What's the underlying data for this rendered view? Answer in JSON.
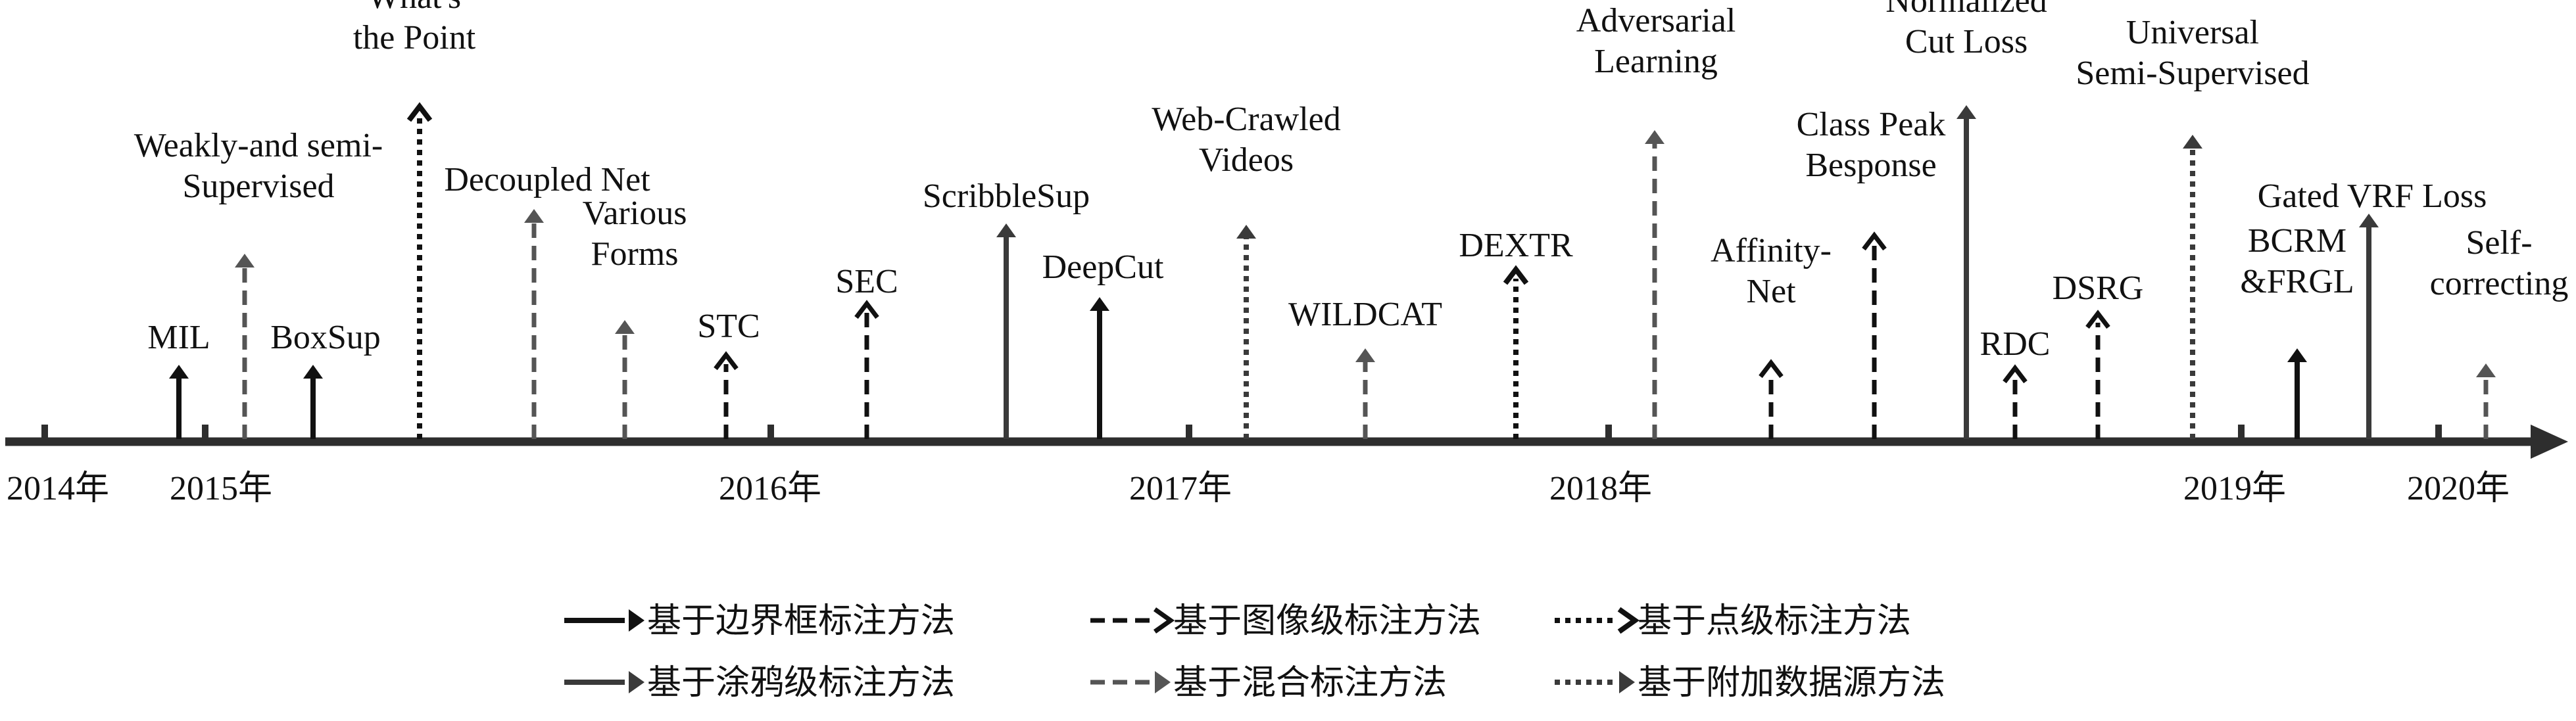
{
  "colors": {
    "axis": "#2e2e2e",
    "dark": "#111111",
    "mid": "#3a3a3a",
    "light": "#555555"
  },
  "years": [
    {
      "label": "2014年"
    },
    {
      "label": "2015年"
    },
    {
      "label": "2016年"
    },
    {
      "label": "2017年"
    },
    {
      "label": "2018年"
    },
    {
      "label": "2019年"
    },
    {
      "label": "2020年"
    }
  ],
  "methods": [
    {
      "lines": [
        "MIL"
      ],
      "style": "bbox"
    },
    {
      "lines": [
        "Weakly-and semi-",
        "Supervised"
      ],
      "style": "mixed"
    },
    {
      "lines": [
        "BoxSup"
      ],
      "style": "bbox"
    },
    {
      "lines": [
        "What's",
        "the Point"
      ],
      "style": "point"
    },
    {
      "lines": [
        "Decoupled Net"
      ],
      "style": "mixed"
    },
    {
      "lines": [
        "Various",
        "Forms"
      ],
      "style": "mixed"
    },
    {
      "lines": [
        "STC"
      ],
      "style": "image"
    },
    {
      "lines": [
        "SEC"
      ],
      "style": "image"
    },
    {
      "lines": [
        "ScribbleSup"
      ],
      "style": "scribble"
    },
    {
      "lines": [
        "DeepCut"
      ],
      "style": "bbox"
    },
    {
      "lines": [
        "Web-Crawled",
        "Videos"
      ],
      "style": "extra"
    },
    {
      "lines": [
        "WILDCAT"
      ],
      "style": "mixed"
    },
    {
      "lines": [
        "DEXTR"
      ],
      "style": "point"
    },
    {
      "lines": [
        "Adversarial",
        "Learning"
      ],
      "style": "mixed"
    },
    {
      "lines": [
        "Affinity-",
        "Net"
      ],
      "style": "image"
    },
    {
      "lines": [
        "Class Peak",
        "Besponse"
      ],
      "style": "image"
    },
    {
      "lines": [
        "Normalized",
        "Cut Loss"
      ],
      "style": "scribble"
    },
    {
      "lines": [
        "RDC"
      ],
      "style": "image"
    },
    {
      "lines": [
        "DSRG"
      ],
      "style": "image"
    },
    {
      "lines": [
        "Universal",
        "Semi-Supervised"
      ],
      "style": "extra"
    },
    {
      "lines": [
        "BCRM",
        "&FRGL"
      ],
      "style": "bbox"
    },
    {
      "lines": [
        "Gated VRF Loss"
      ],
      "style": "scribble"
    },
    {
      "lines": [
        "Self-",
        "correcting"
      ],
      "style": "mixed"
    }
  ],
  "legend": [
    {
      "style": "bbox",
      "label": "基于边界框标注方法"
    },
    {
      "style": "image",
      "label": "基于图像级标注方法"
    },
    {
      "style": "point",
      "label": "基于点级标注方法"
    },
    {
      "style": "scribble",
      "label": "基于涂鸦级标注方法"
    },
    {
      "style": "mixed",
      "label": "基于混合标注方法"
    },
    {
      "style": "extra",
      "label": "基于附加数据源方法"
    }
  ]
}
